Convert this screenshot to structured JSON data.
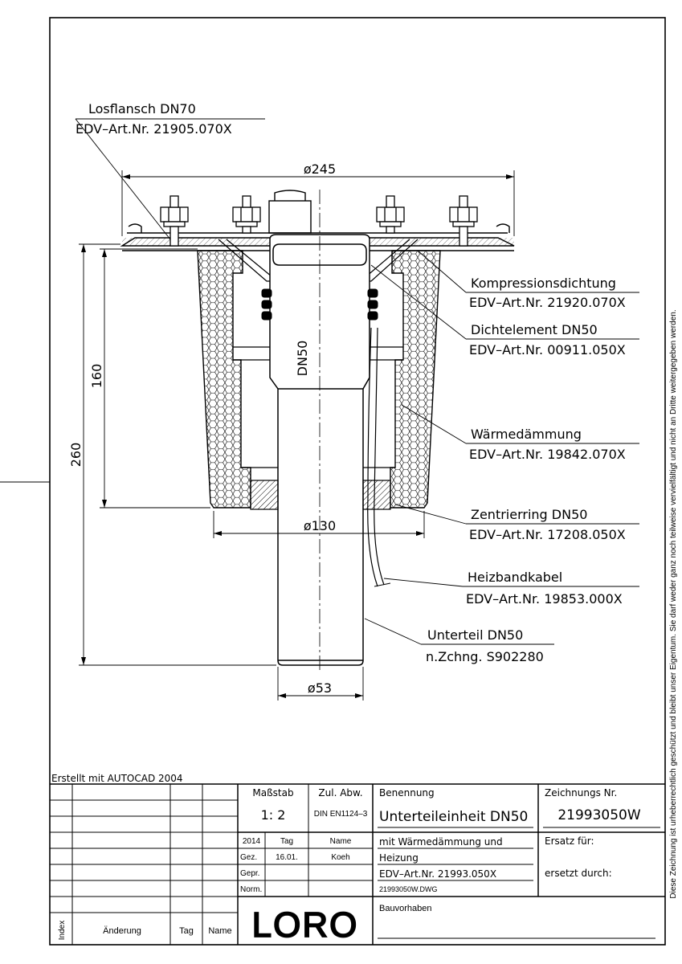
{
  "callouts": {
    "losflansch": {
      "name": "Losflansch DN70",
      "art": "EDV–Art.Nr. 21905.070X"
    },
    "kompression": {
      "name": "Kompressionsdichtung",
      "art": "EDV–Art.Nr. 21920.070X"
    },
    "dichtelement": {
      "name": "Dichtelement DN50",
      "art": "EDV–Art.Nr. 00911.050X"
    },
    "waermedaemmung": {
      "name": "Wärmedämmung",
      "art": "EDV–Art.Nr. 19842.070X"
    },
    "zentrierring": {
      "name": "Zentrierring DN50",
      "art": "EDV–Art.Nr. 17208.050X"
    },
    "heizband": {
      "name": "Heizbandkabel",
      "art": "EDV–Art.Nr. 19853.000X"
    },
    "unterteil": {
      "name": "Unterteil DN50",
      "art": "n.Zchng. S902280"
    }
  },
  "dimensions": {
    "d245": "ø245",
    "d130": "ø130",
    "d53": "ø53",
    "h160": "160",
    "h260": "260",
    "dn50": "DN50"
  },
  "title_block": {
    "created_with": "Erstellt mit AUTOCAD 2004",
    "massstab_label": "Maßstab",
    "massstab_value": "1: 2",
    "zul_abw_label": "Zul. Abw.",
    "zul_abw_value": "DIN EN1124–3",
    "benennung_label": "Benennung",
    "benennung_value": "Unterteileinheit DN50",
    "zeichnungs_nr_label": "Zeichnungs Nr.",
    "zeichnungs_nr_value": "21993050W",
    "year": "2014",
    "tag_label": "Tag",
    "name_label": "Name",
    "gez_label": "Gez.",
    "gez_tag": "16.01.",
    "gez_name": "Koeh",
    "gepr_label": "Gepr.",
    "norm_label": "Norm.",
    "desc_line1": "mit Wärmedämmung und",
    "desc_line2": "Heizung",
    "desc_art": "EDV–Art.Nr. 21993.050X",
    "desc_file": "21993050W.DWG",
    "ersatz_fuer": "Ersatz für:",
    "ersetzt_durch": "ersetzt durch:",
    "bauvorhaben": "Bauvorhaben",
    "index_label": "Index",
    "aenderung_label": "Änderung",
    "rev_tag_label": "Tag",
    "rev_name_label": "Name",
    "logo_text": "LORO"
  },
  "copyright": "Diese Zeichnung ist urheberrechtlich geschützt und bleibt unser Eigentum. Sie darf weder ganz noch teilweise vervielfältigt und nicht an Dritte weitergegeben werden."
}
